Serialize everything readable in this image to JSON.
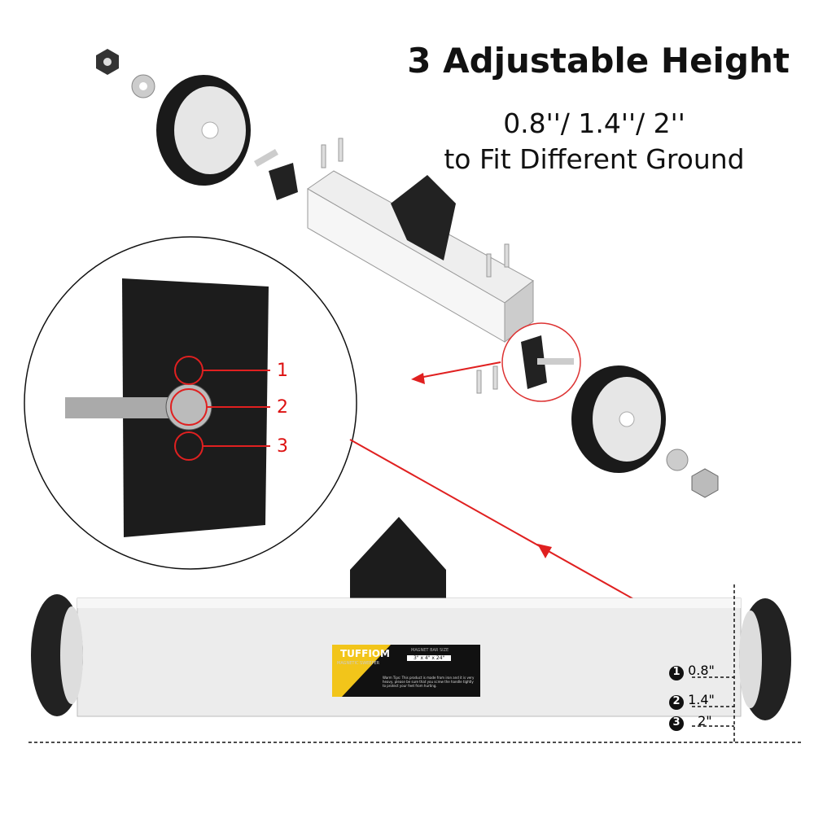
{
  "heading": {
    "title": "3 Adjustable Height",
    "line1": "0.8''/ 1.4''/ 2''",
    "line2": "to Fit Different Ground"
  },
  "inset": {
    "positions": [
      "1",
      "2",
      "3"
    ]
  },
  "product_label": {
    "brand": "TUFFIOM",
    "tagline": "MAGNETIC SWEEPER",
    "size_heading": "MAGNET BAR SIZE",
    "size": "3\" x 4\" x 24\"",
    "tip": "Warm Tips: This product is made from iron and it is very heavy, please be sure that you screw the handle tightly to protect your feet from hurting."
  },
  "heights": [
    {
      "num": "1",
      "value": "0.8\""
    },
    {
      "num": "2",
      "value": "1.4\""
    },
    {
      "num": "3",
      "value": "2\""
    }
  ],
  "colors": {
    "accent": "#e02020",
    "label_yellow": "#f2c51a"
  }
}
